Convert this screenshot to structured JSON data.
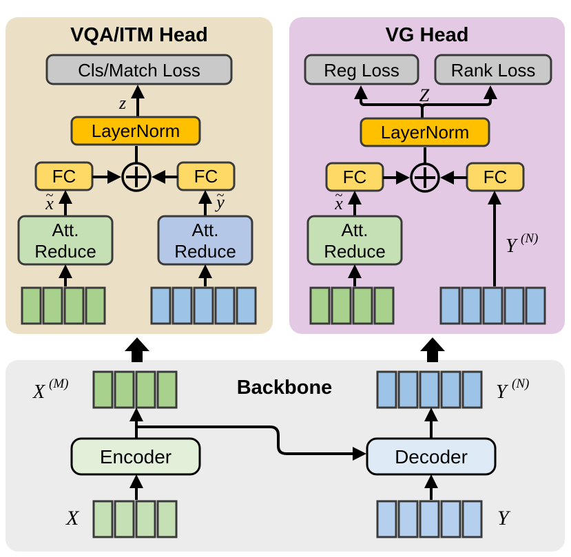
{
  "panels": {
    "vqa": {
      "title": "VQA/ITM Head",
      "bg": "#ebe0c6"
    },
    "vg": {
      "title": "VG Head",
      "bg": "#e4c9e4"
    },
    "backbone": {
      "title": "Backbone",
      "bg": "#ececec"
    }
  },
  "vqa": {
    "loss_label": "Cls/Match Loss",
    "z_label": "z",
    "layernorm_label": "LayerNorm",
    "fc_left_label": "FC",
    "fc_right_label": "FC",
    "x_tilde_label": "x",
    "y_tilde_label": "y",
    "att_left_line1": "Att.",
    "att_left_line2": "Reduce",
    "att_right_line1": "Att.",
    "att_right_line2": "Reduce"
  },
  "vg": {
    "reg_loss_label": "Reg Loss",
    "rank_loss_label": "Rank Loss",
    "z_label": "Z",
    "layernorm_label": "LayerNorm",
    "fc_left_label": "FC",
    "fc_right_label": "FC",
    "x_tilde_label": "x",
    "att_line1": "Att.",
    "att_line2": "Reduce",
    "yn_base": "Y",
    "yn_sup": "(N)"
  },
  "backbone": {
    "encoder_label": "Encoder",
    "decoder_label": "Decoder",
    "xm_base": "X",
    "xm_sup": "(M)",
    "yn_base": "Y",
    "yn_sup": "(N)",
    "x_label": "X",
    "y_label": "Y"
  },
  "colors": {
    "green_token": "#a9d18e",
    "blue_token": "#9dc3e6",
    "orange_block": "#ffc000",
    "gray_loss": "#c9c9c9",
    "green_att": "#c5e0b4",
    "blue_att": "#b4c7e7",
    "encoder_fill": "#e2f0d9",
    "decoder_fill": "#deebf7",
    "stroke": "#3a3a3a"
  },
  "icons": [
    "plus-circle-icon",
    "arrow-icon",
    "thick-up-arrow-icon"
  ]
}
